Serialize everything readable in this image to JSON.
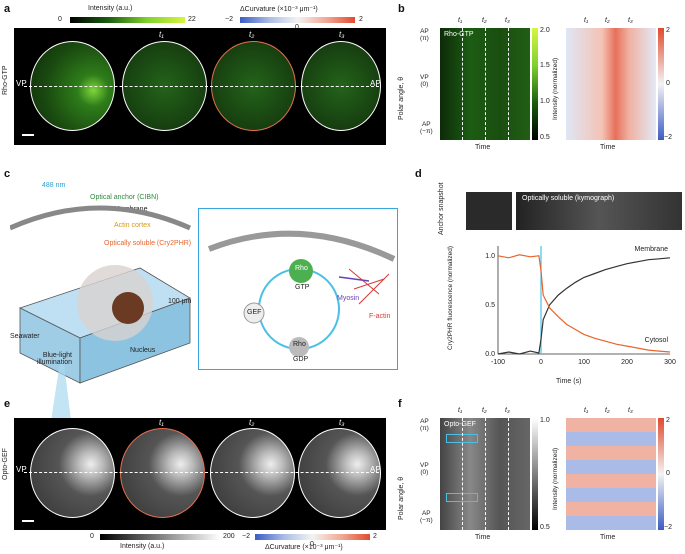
{
  "panels": {
    "a": {
      "label": "a",
      "row_label": "Rho-GTP",
      "intensity_title": "Intensity (a.u.)",
      "intensity_ticks": [
        "0",
        "22"
      ],
      "curv_title": "ΔCurvature (×10⁻³ μm⁻¹)",
      "curv_ticks": [
        "−2",
        "0",
        "2"
      ],
      "time_labels": [
        "t₁",
        "t₂",
        "t₃"
      ],
      "vp": "VP",
      "ap": "AP"
    },
    "b": {
      "label": "b",
      "ylabel": "Polar angle, θ",
      "yticks": [
        "AP\n(π)",
        "VP\n(0)",
        "AP\n(−π)"
      ],
      "inset": "Rho-GTP",
      "xlabel": "Time",
      "time_labels": [
        "t₁",
        "t₂",
        "t₃"
      ],
      "intensity_label": "Intensity (normalized)",
      "intensity_ticks": [
        "2.0",
        "1.5",
        "1.0",
        "0.5"
      ],
      "curv_label": "ΔCurvature (×10⁻³ μm⁻¹)",
      "curv_ticks": [
        "2",
        "0",
        "−2"
      ]
    },
    "c": {
      "label": "c",
      "laser": "488 nm",
      "anchor": "Optical anchor (CIBN)",
      "membrane": "Membrane",
      "cortex": "Actin cortex",
      "soluble": "Optically soluble (Cry2PHR)",
      "seawater": "Seawater",
      "illum": "Blue-light illumination",
      "nucleus": "Nucleus",
      "scale": "100 μm",
      "gef": "GEF",
      "rho": "Rho",
      "gtp": "GTP",
      "gdp": "GDP",
      "myosin": "Myosin",
      "factin": "F-actin"
    },
    "d": {
      "label": "d",
      "anchor_snapshot": "Anchor snapshot",
      "kymo": "Optically soluble (kymograph)",
      "ylabel": "Cry2PHR fluorescence (normalized)",
      "xlabel": "Time (s)",
      "membrane": "Membrane",
      "cytosol": "Cytosol"
    },
    "e": {
      "label": "e",
      "row_label": "Opto-GEF",
      "intensity_title": "Intensity (a.u.)",
      "intensity_ticks": [
        "0",
        "200"
      ],
      "curv_title": "ΔCurvature (×10⁻³ μm⁻¹)",
      "curv_ticks": [
        "−2",
        "0",
        "2"
      ],
      "time_labels": [
        "t₁",
        "t₂",
        "t₃"
      ],
      "vp": "VP",
      "ap": "AP"
    },
    "f": {
      "label": "f",
      "ylabel": "Polar angle, θ",
      "yticks": [
        "AP\n(π)",
        "VP\n(0)",
        "AP\n(−π)"
      ],
      "inset": "Opto-GEF",
      "xlabel": "Time",
      "time_labels": [
        "t₁",
        "t₂",
        "t₃"
      ],
      "intensity_label": "Intensity (normalized)",
      "intensity_ticks": [
        "1.0",
        "0.5"
      ],
      "curv_label": "ΔCurvature (×10⁻³ μm⁻¹)",
      "curv_ticks": [
        "2",
        "0",
        "−2"
      ]
    }
  },
  "chart_data": {
    "type": "line",
    "title": "",
    "xlabel": "Time (s)",
    "ylabel": "Cry2PHR fluorescence (normalized)",
    "xlim": [
      -100,
      300
    ],
    "ylim": [
      0,
      1.1
    ],
    "xticks": [
      -100,
      0,
      100,
      200,
      300
    ],
    "yticks": [
      0,
      0.5,
      1.0
    ],
    "grid": false,
    "series": [
      {
        "name": "Membrane",
        "color": "#333333",
        "x": [
          -100,
          -75,
          -50,
          -25,
          -5,
          0,
          5,
          20,
          40,
          60,
          80,
          100,
          125,
          150,
          175,
          200,
          225,
          250,
          275,
          300
        ],
        "y": [
          0.0,
          0.02,
          0.0,
          0.03,
          0.01,
          0.15,
          0.35,
          0.5,
          0.6,
          0.67,
          0.73,
          0.78,
          0.82,
          0.86,
          0.89,
          0.92,
          0.94,
          0.96,
          0.97,
          0.98
        ]
      },
      {
        "name": "Cytosol",
        "color": "#e8642c",
        "x": [
          -100,
          -75,
          -50,
          -25,
          -5,
          0,
          5,
          20,
          40,
          60,
          80,
          100,
          125,
          150,
          175,
          200,
          225,
          250,
          275,
          300
        ],
        "y": [
          1.0,
          0.98,
          1.01,
          0.99,
          1.0,
          0.85,
          0.6,
          0.47,
          0.38,
          0.3,
          0.25,
          0.2,
          0.16,
          0.13,
          0.1,
          0.08,
          0.06,
          0.04,
          0.03,
          0.02
        ]
      }
    ]
  }
}
